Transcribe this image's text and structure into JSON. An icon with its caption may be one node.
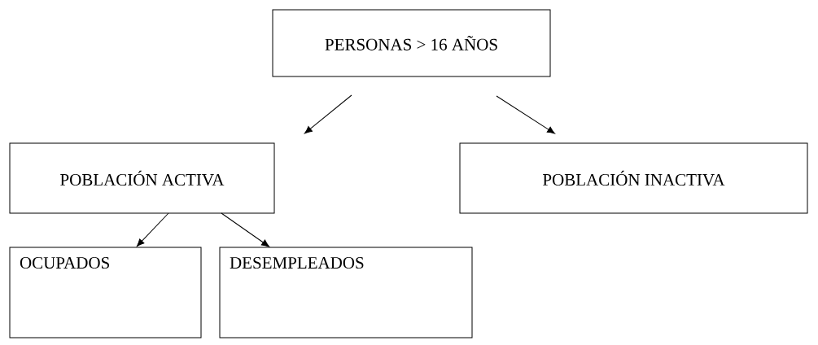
{
  "diagram": {
    "nodes": [
      {
        "text": [
          "PERSONAS > 16 AÑOS"
        ]
      },
      {
        "text": [
          "POBLACIÓN ACTIVA"
        ]
      },
      {
        "text": [
          "POBLACIÓN INACTIVA"
        ]
      },
      {
        "text": [
          "OCUPADOS"
        ]
      },
      {
        "text": [
          "DESEMPLEADOS"
        ]
      }
    ],
    "edges": [
      {
        "from": 0,
        "to": 1,
        "arrow": "to"
      },
      {
        "from": 0,
        "to": 2,
        "arrow": "to"
      },
      {
        "from": 1,
        "to": 3,
        "arrow": "to"
      },
      {
        "from": 1,
        "to": 4,
        "arrow": "to"
      }
    ]
  }
}
